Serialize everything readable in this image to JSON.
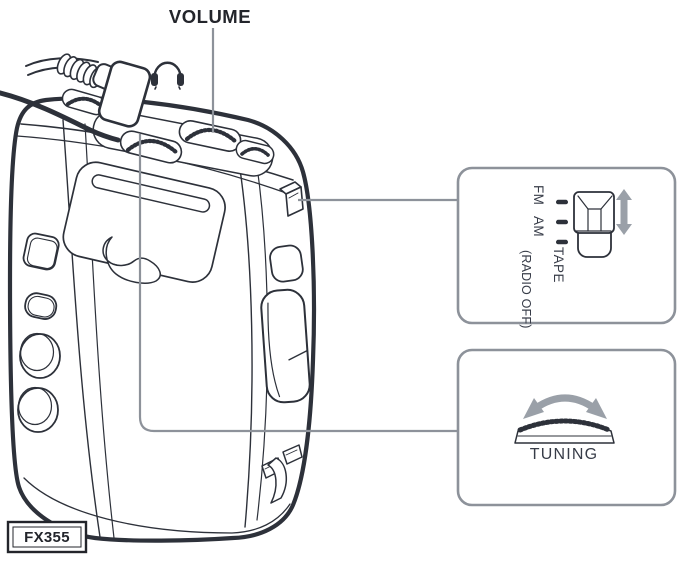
{
  "labels": {
    "volume": "VOLUME",
    "model": "FX355"
  },
  "callouts": {
    "band_switch": {
      "fm": "FM",
      "am": "AM",
      "tape": "TAPE",
      "tape_sub": "(RADIO OFF)"
    },
    "tuning": {
      "label": "TUNING"
    }
  },
  "icons": {
    "headphones": "headphones-icon",
    "slide_arrow": "up-down-arrow-icon",
    "rotate_arrow": "curved-double-arrow-icon"
  },
  "colors": {
    "ink": "#2d313a",
    "leader_gray": "#8d929a",
    "arrow_gray": "#9aa0a8",
    "text_dark": "#23252b",
    "callout_text": "#373c48",
    "background": "#ffffff"
  }
}
